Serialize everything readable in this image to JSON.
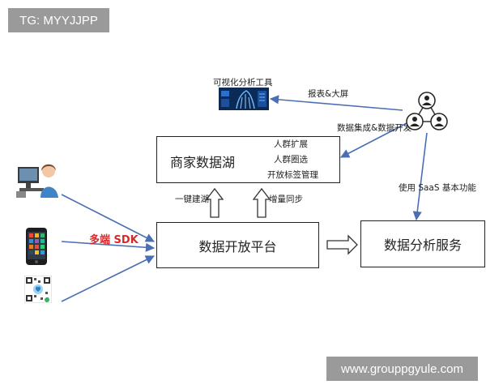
{
  "watermark_top": "TG: MYYJJPP",
  "watermark_bottom": "www.grouppgyule.com",
  "boxes": {
    "lake": "商家数据湖",
    "platform": "数据开放平台",
    "service": "数据分析服务"
  },
  "lake_features": [
    "人群扩展",
    "人群圈选",
    "开放标签管理"
  ],
  "labels": {
    "visual_tools": "可视化分析工具",
    "report": "报表&大屏",
    "integration": "数据集成&数据开发",
    "saas": "使用 SaaS 基本功能",
    "one_click": "一键建湖",
    "incremental": "增量同步",
    "sdk": "多端 SDK"
  },
  "colors": {
    "arrow": "#4a6fb5",
    "box_border": "#222222",
    "sdk_text": "#d62a2a",
    "watermark_bg": "#9a9a9a"
  },
  "icons": [
    "computer-user-icon",
    "smartphone-icon",
    "qr-code-icon",
    "team-network-icon",
    "visual-tool-icon"
  ]
}
